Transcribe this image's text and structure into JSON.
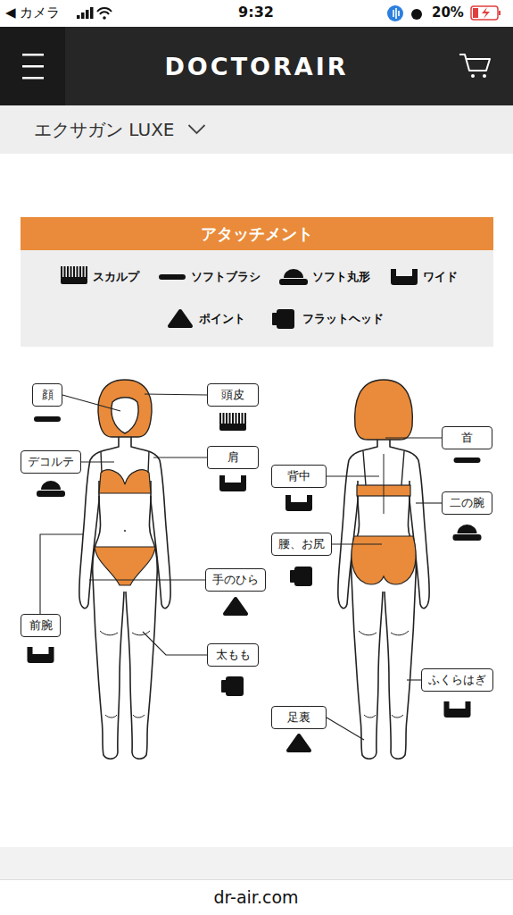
{
  "diagram": {
    "title": "アタッチメント",
    "nodes": [
      {
        "text": [
          "DOCTORAIR"
        ]
      },
      {
        "text": [
          "エクサガン LUXE"
        ]
      },
      {
        "text": [
          "アタッチメント"
        ]
      },
      {
        "text": [
          "顔"
        ]
      },
      {
        "text": [
          "頭皮"
        ]
      },
      {
        "text": [
          "首"
        ]
      },
      {
        "text": [
          "デコルテ"
        ]
      },
      {
        "text": [
          "肩"
        ]
      },
      {
        "text": [
          "背中"
        ]
      },
      {
        "text": [
          "二の腕"
        ]
      },
      {
        "text": [
          "腰、お尻"
        ]
      },
      {
        "text": [
          "手のひら"
        ]
      },
      {
        "text": [
          "前腕"
        ]
      },
      {
        "text": [
          "太もも"
        ]
      },
      {
        "text": [
          "ふくらはぎ"
        ]
      },
      {
        "text": [
          "足裏"
        ]
      }
    ],
    "labels": [
      "◀ カメラ",
      "9:32",
      "20%",
      "dr-air.com"
    ],
    "legend": [
      {
        "text": "スカルプ"
      },
      {
        "text": "ソフトブラシ"
      },
      {
        "text": "ソフト丸形"
      },
      {
        "text": "ワイド"
      },
      {
        "text": "ポイント"
      },
      {
        "text": "フラットヘッド"
      }
    ]
  }
}
